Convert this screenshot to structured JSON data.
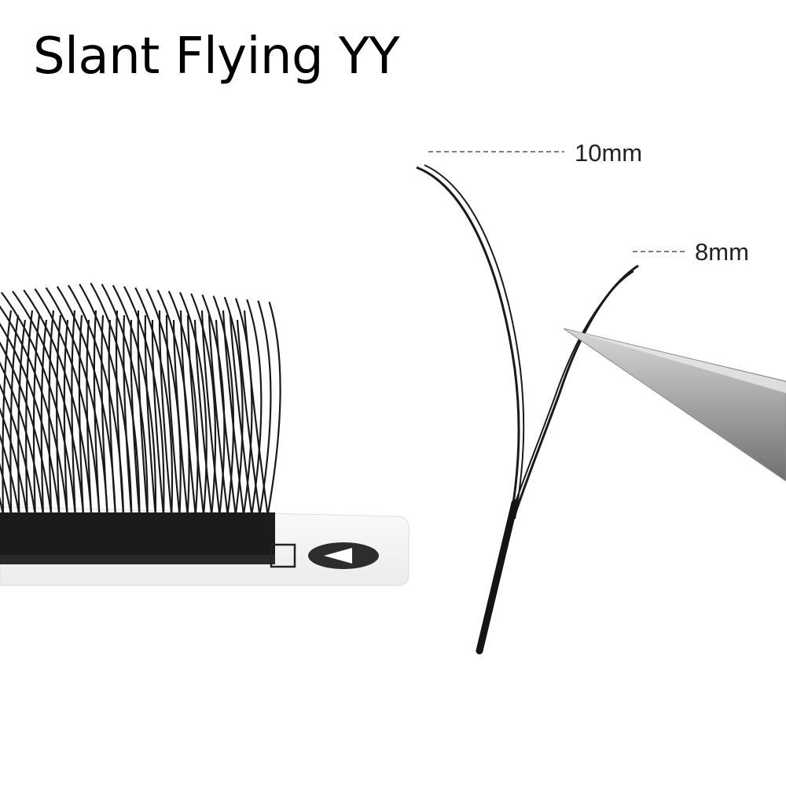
{
  "title": "Slant Flying YY",
  "measurements": {
    "long_label": "10mm",
    "short_label": "8mm"
  },
  "colors": {
    "background": "#ffffff",
    "lash": "#1a1a1a",
    "card": "#f4f4f4",
    "tweezer": "#9a9a9a"
  }
}
